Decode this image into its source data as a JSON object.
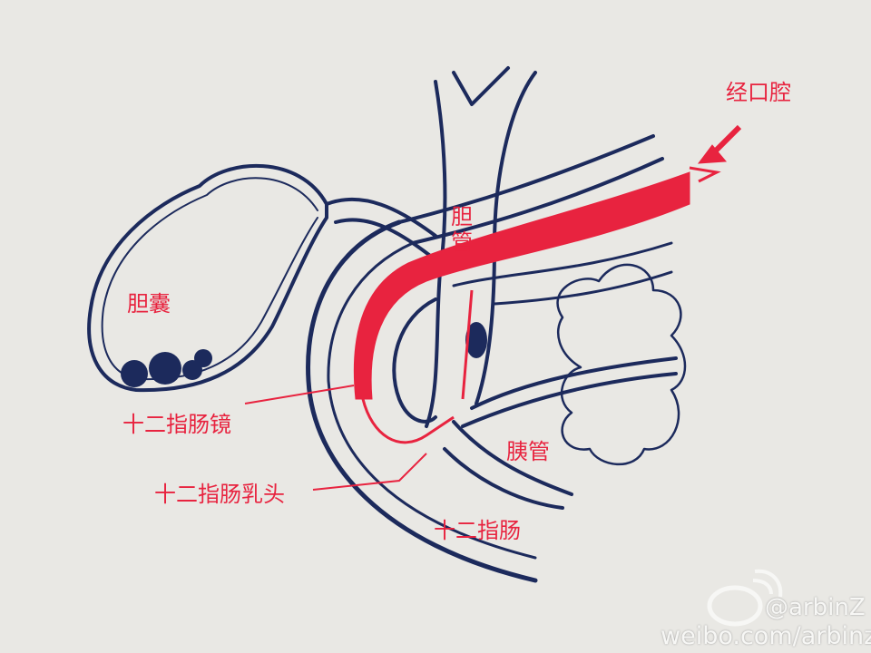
{
  "labels": {
    "oral_route": "经口腔",
    "bile_duct": "胆管",
    "gallbladder": "胆囊",
    "duodenoscope": "十二指肠镜",
    "papilla": "十二指肠乳头",
    "pancreatic_duct": "胰管",
    "duodenum": "十二指肠"
  },
  "watermark": {
    "handle": "@arbinZ",
    "url": "weibo.com/arbinz",
    "icon": "weibo-logo-icon"
  },
  "colors": {
    "ink_blue": "#1c2a5c",
    "ink_red": "#e8233f",
    "paper": "#e9e8e4"
  }
}
